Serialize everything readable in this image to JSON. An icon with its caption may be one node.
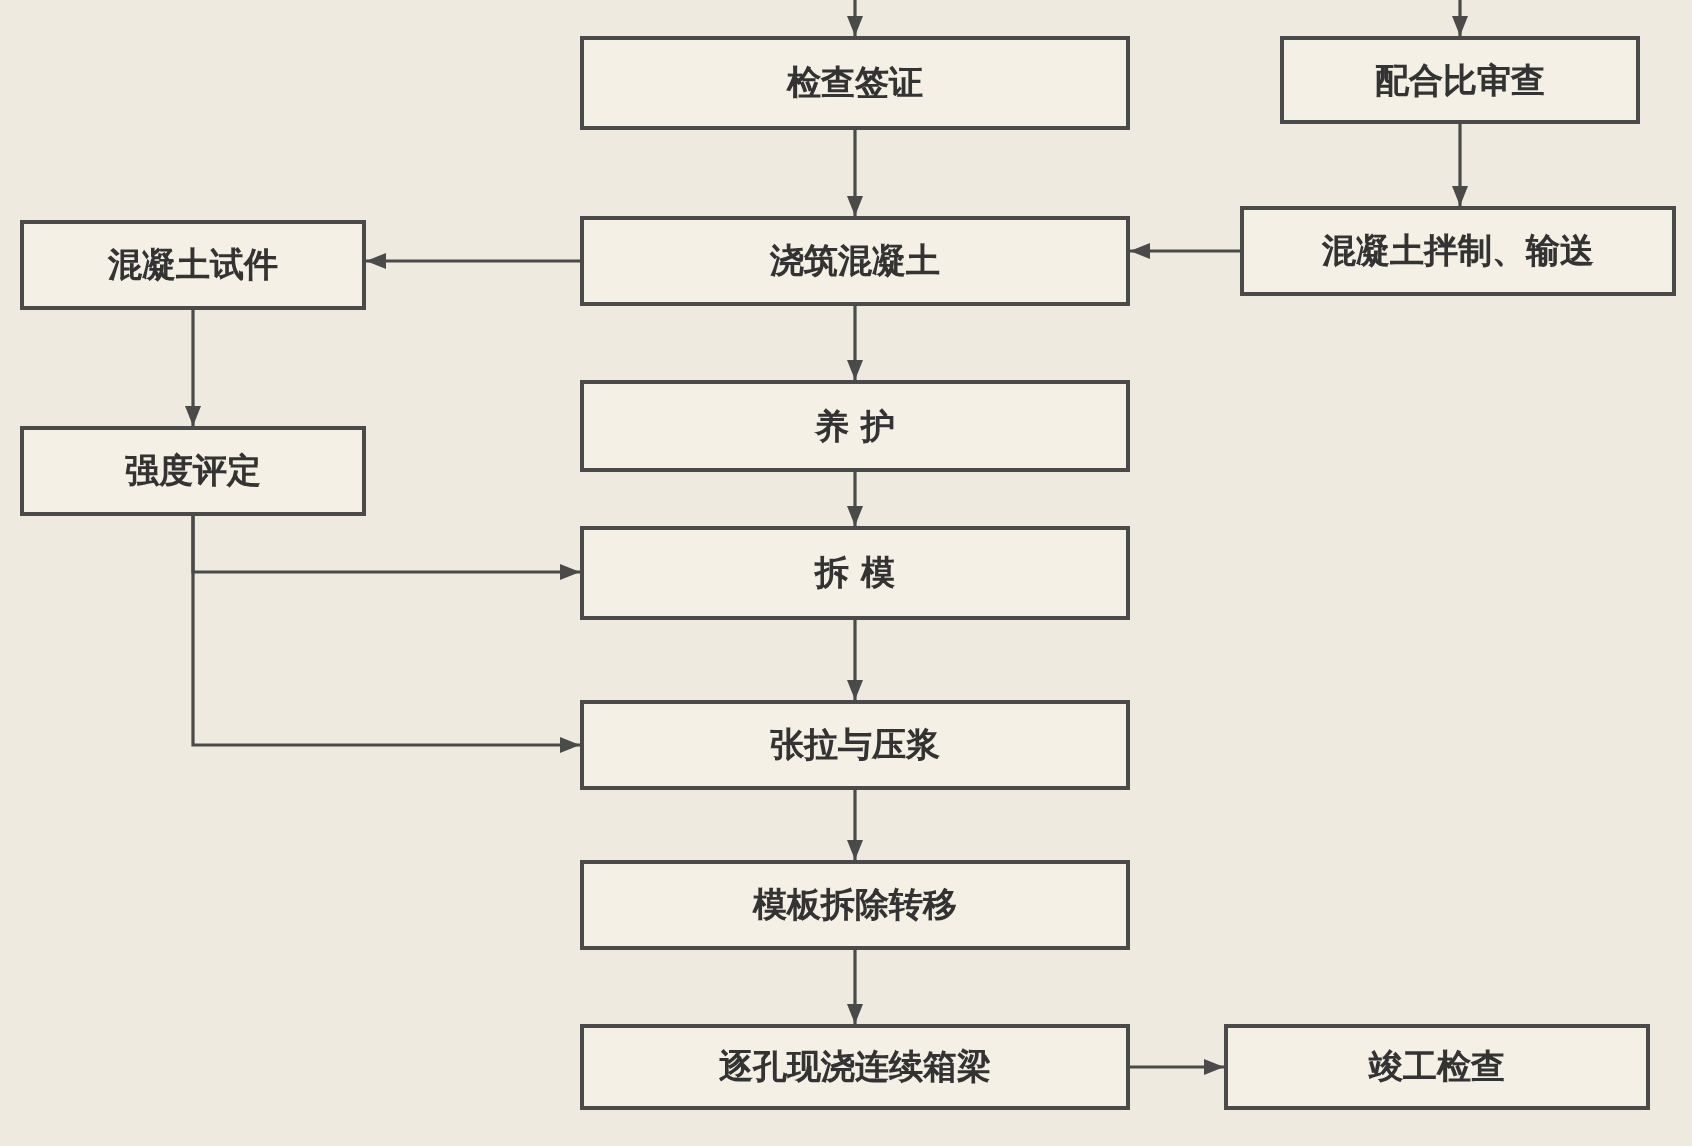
{
  "diagram": {
    "nodes": [
      {
        "text": [
          "检查签证"
        ]
      },
      {
        "text": [
          "配合比审查"
        ]
      },
      {
        "text": [
          "混凝土试件"
        ]
      },
      {
        "text": [
          "浇筑混凝土"
        ]
      },
      {
        "text": [
          "混凝土拌制、输送"
        ]
      },
      {
        "text": [
          "养 护"
        ]
      },
      {
        "text": [
          "强度评定"
        ]
      },
      {
        "text": [
          "拆 模"
        ]
      },
      {
        "text": [
          "张拉与压浆"
        ]
      },
      {
        "text": [
          "模板拆除转移"
        ]
      },
      {
        "text": [
          "逐孔现浇连续箱梁"
        ]
      },
      {
        "text": [
          "竣工检查"
        ]
      }
    ],
    "edges": [
      {
        "from": null,
        "to": 0,
        "arrow": "to"
      },
      {
        "from": null,
        "to": 1,
        "arrow": "to"
      },
      {
        "from": 0,
        "to": 3,
        "arrow": "to"
      },
      {
        "from": 1,
        "to": 4,
        "arrow": "to"
      },
      {
        "from": 3,
        "to": 2,
        "arrow": "to"
      },
      {
        "from": 4,
        "to": 3,
        "arrow": "to"
      },
      {
        "from": 3,
        "to": 5,
        "arrow": "to"
      },
      {
        "from": 2,
        "to": 6,
        "arrow": "to"
      },
      {
        "from": 5,
        "to": 7,
        "arrow": "to"
      },
      {
        "from": 6,
        "to": 7,
        "arrow": "to"
      },
      {
        "from": 6,
        "to": 8,
        "arrow": "to"
      },
      {
        "from": 7,
        "to": 8,
        "arrow": "to"
      },
      {
        "from": 8,
        "to": 9,
        "arrow": "to"
      },
      {
        "from": 9,
        "to": 10,
        "arrow": "to"
      },
      {
        "from": 10,
        "to": 11,
        "arrow": "to"
      }
    ]
  }
}
